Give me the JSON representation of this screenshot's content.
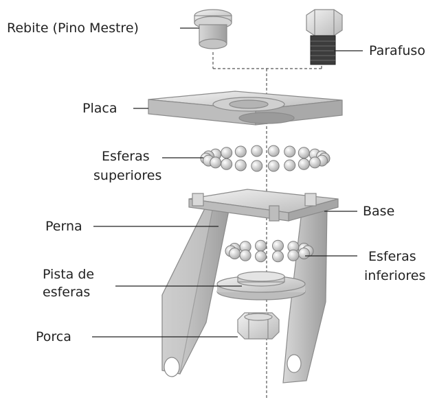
{
  "labels": {
    "rebite": "Rebite (Pino Mestre)",
    "parafuso": "Parafuso",
    "placa": "Placa",
    "esferas_sup_1": "Esferas",
    "esferas_sup_2": "superiores",
    "base": "Base",
    "perna": "Perna",
    "esferas_inf_1": "Esferas",
    "esferas_inf_2": "inferiores",
    "pista_1": "Pista de",
    "pista_2": "esferas",
    "porca": "Porca"
  }
}
